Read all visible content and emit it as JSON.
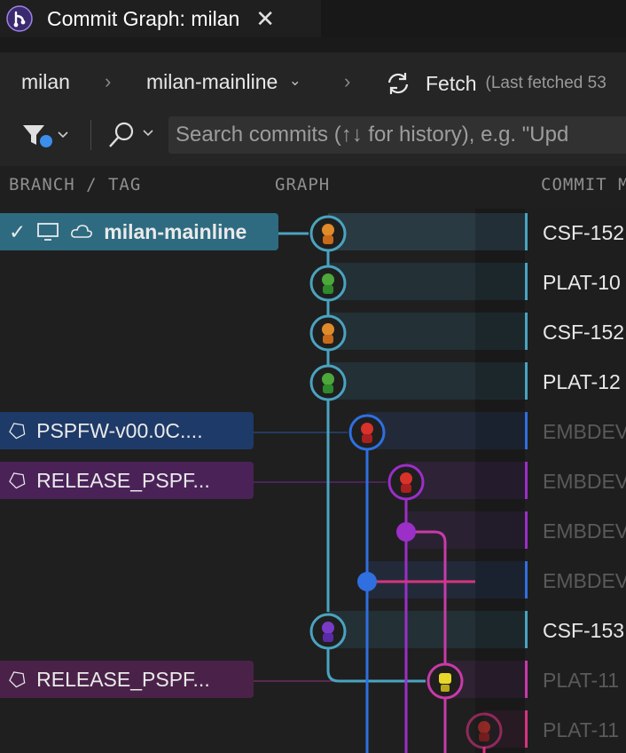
{
  "tab": {
    "title": "Commit Graph: milan",
    "close": "✕"
  },
  "toolbar": {
    "repo": "milan",
    "branch": "milan-mainline",
    "branch_caret": "⌄",
    "fetch_label": "Fetch",
    "fetch_status": "(Last fetched 53",
    "search_placeholder": "Search commits (↑↓ for history), e.g. \"Upd"
  },
  "columns": {
    "branch": "BRANCH / TAG",
    "graph": "GRAPH",
    "message": "COMMIT M"
  },
  "refs": [
    {
      "label": "milan-mainline"
    },
    {
      "label": "PSPFW-v00.0C...."
    },
    {
      "label": "RELEASE_PSPF..."
    },
    {
      "label": "RELEASE_PSPF..."
    }
  ],
  "commits": [
    {
      "message": "CSF-152"
    },
    {
      "message": "PLAT-10"
    },
    {
      "message": "CSF-152"
    },
    {
      "message": "PLAT-12"
    },
    {
      "message": "EMBDEV"
    },
    {
      "message": "EMBDEV"
    },
    {
      "message": "EMBDEV"
    },
    {
      "message": "EMBDEV"
    },
    {
      "message": "CSF-153"
    },
    {
      "message": "PLAT-11"
    },
    {
      "message": "PLAT-11"
    }
  ],
  "colors": {
    "mainline": "#4aa3c0",
    "blue": "#2f6fe0",
    "purple": "#9b2fc7",
    "magenta": "#c93aa8",
    "pink": "#d6347f"
  }
}
